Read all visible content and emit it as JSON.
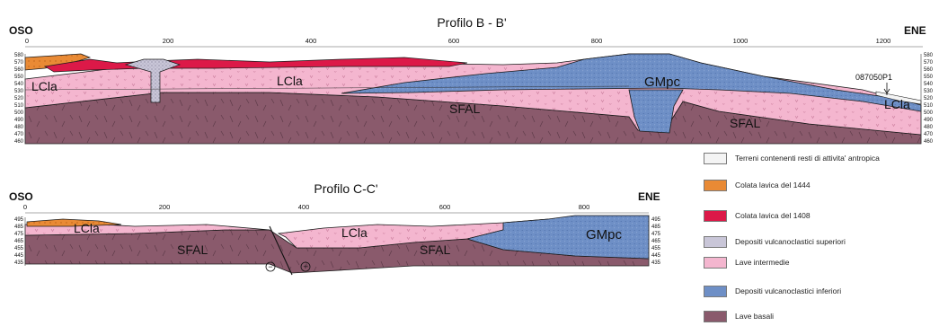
{
  "colors": {
    "orange": "#e98a35",
    "red": "#dc1948",
    "grey_dotted": "#c9c6d8",
    "pink": "#f4b6cf",
    "blue": "#6e8fc6",
    "maroon": "#8a5a6c",
    "white": "#f4f4f4",
    "outline": "#1a1a1a"
  },
  "profiles": [
    {
      "title": "Profilo B - B'",
      "left_label": "OSO",
      "right_label": "ENE",
      "distance_ticks": [
        "0",
        "200",
        "400",
        "600",
        "800",
        "1000",
        "1200"
      ],
      "elevation_ticks": [
        "580",
        "570",
        "560",
        "550",
        "540",
        "530",
        "520",
        "510",
        "500",
        "490",
        "480",
        "470",
        "460"
      ],
      "unit_labels": [
        "LCla",
        "LCla",
        "GMpc",
        "SFAL",
        "SFAL",
        "LCla"
      ],
      "well_label": "087050P1"
    },
    {
      "title": "Profilo C-C'",
      "left_label": "OSO",
      "right_label": "ENE",
      "distance_ticks": [
        "0",
        "200",
        "400",
        "600",
        "800"
      ],
      "elevation_ticks": [
        "495",
        "485",
        "475",
        "465",
        "455",
        "445",
        "435"
      ],
      "unit_labels": [
        "LCla",
        "LCla",
        "SFAL",
        "SFAL",
        "GMpc"
      ],
      "fault_symbols": [
        "−",
        "+"
      ]
    }
  ],
  "legend": [
    {
      "label": "Terreni contenenti resti di attivita' antropica",
      "swatch": "white"
    },
    {
      "label": "Colata lavica del 1444",
      "swatch": "orange"
    },
    {
      "label": "Colata lavica del 1408",
      "swatch": "red"
    },
    {
      "label": "Depositi vulcanoclastici superiori",
      "swatch": "grey_dotted"
    },
    {
      "label": "Lave intermedie",
      "swatch": "pink"
    },
    {
      "label": "Depositi vulcanoclastici inferiori",
      "swatch": "blue"
    },
    {
      "label": "Lave basali",
      "swatch": "maroon"
    }
  ]
}
